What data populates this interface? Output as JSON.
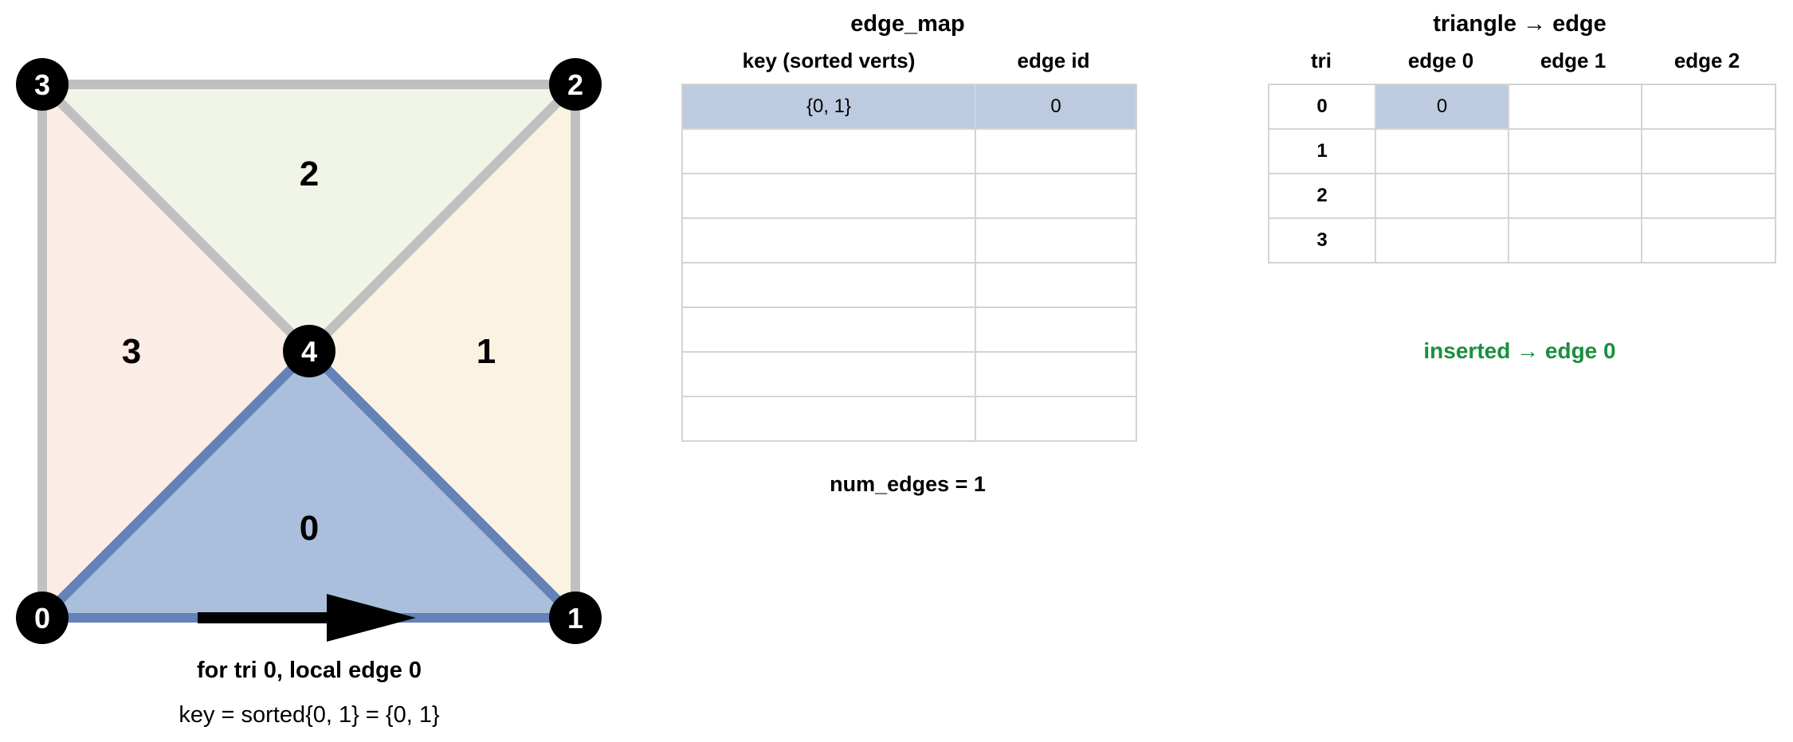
{
  "mesh": {
    "vertices": [
      "0",
      "1",
      "2",
      "3",
      "4"
    ],
    "triangles": [
      "0",
      "1",
      "2",
      "3"
    ],
    "colors": {
      "tri0": "#aabfdc",
      "tri1": "#fbf3e2",
      "tri2": "#f1f5e7",
      "tri3": "#fbece6",
      "edge": "#c0c0c0",
      "highlight_edge": "#6482b7",
      "vertex": "#000000",
      "vertex_text": "#ffffff"
    },
    "caption": "for tri 0, local edge 0",
    "key_text": "key = sorted{0, 1} = {0, 1}"
  },
  "edge_map": {
    "title": "edge_map",
    "headers": [
      "key (sorted verts)",
      "edge id"
    ],
    "rows": [
      [
        "{0, 1}",
        "0"
      ],
      [
        "",
        ""
      ],
      [
        "",
        ""
      ],
      [
        "",
        ""
      ],
      [
        "",
        ""
      ],
      [
        "",
        ""
      ],
      [
        "",
        ""
      ],
      [
        "",
        ""
      ]
    ],
    "num_edges": "num_edges = 1",
    "highlight_color": "#bccbdf"
  },
  "tri_edge": {
    "title": "triangle → edge",
    "headers": [
      "tri",
      "edge 0",
      "edge 1",
      "edge 2"
    ],
    "rows": [
      [
        "0",
        "0",
        "",
        ""
      ],
      [
        "1",
        "",
        "",
        ""
      ],
      [
        "2",
        "",
        "",
        ""
      ],
      [
        "3",
        "",
        "",
        ""
      ]
    ]
  },
  "status": {
    "text": "inserted → edge 0",
    "color": "#1a8f3e"
  }
}
